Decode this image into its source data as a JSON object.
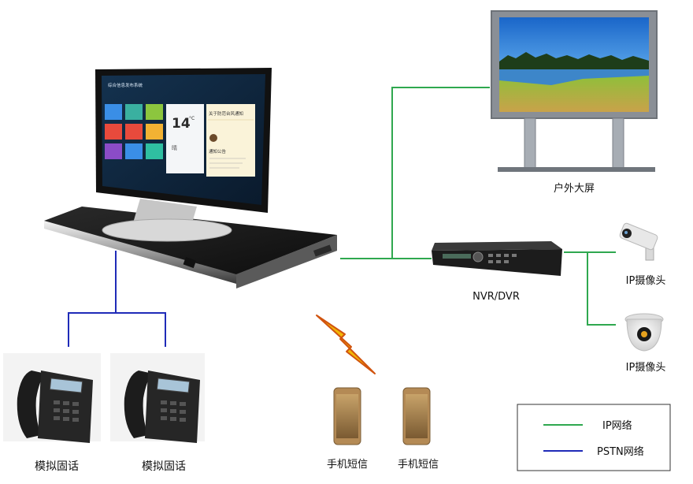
{
  "colors": {
    "ip_line": "#2fa84f",
    "pstn_line": "#1f2bb8",
    "lightning": "#f2b705",
    "lightning_edge": "#d1540f"
  },
  "devices": {
    "outdoor_screen": {
      "label": "户外大屏"
    },
    "nvr": {
      "label": "NVR/DVR"
    },
    "camera_bullet": {
      "label": "IP摄像头"
    },
    "camera_dome": {
      "label": "IP摄像头"
    },
    "phone_left": {
      "label": "模拟固话"
    },
    "phone_right": {
      "label": "模拟固话"
    },
    "mobile_left": {
      "label": "手机短信"
    },
    "mobile_right": {
      "label": "手机短信"
    }
  },
  "console_screen": {
    "header": "综合信息发布系统",
    "temperature": "14",
    "temperature_unit": "°C",
    "weather_word": "晴",
    "notice_title": "关于防范台风通知",
    "notice2_title": "通知公告"
  },
  "legend": {
    "items": [
      {
        "label": "IP网络",
        "line": "ip"
      },
      {
        "label": "PSTN网络",
        "line": "pstn"
      }
    ]
  }
}
